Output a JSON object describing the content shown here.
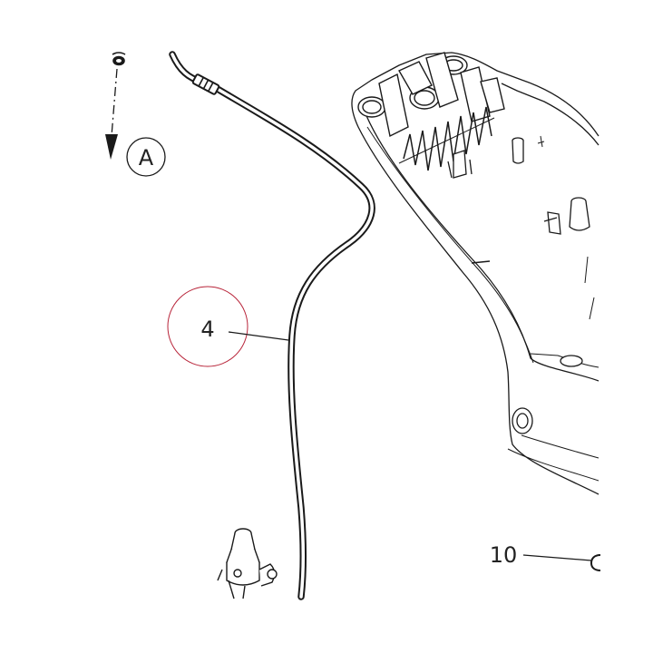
{
  "diagram": {
    "callouts": [
      {
        "id": "A",
        "label": "A"
      },
      {
        "id": "4",
        "label": "4"
      },
      {
        "id": "10",
        "label": "10"
      }
    ],
    "colors": {
      "line": "#1a1a1a",
      "highlight_circle": "#b8253a",
      "background": "#ffffff"
    }
  }
}
